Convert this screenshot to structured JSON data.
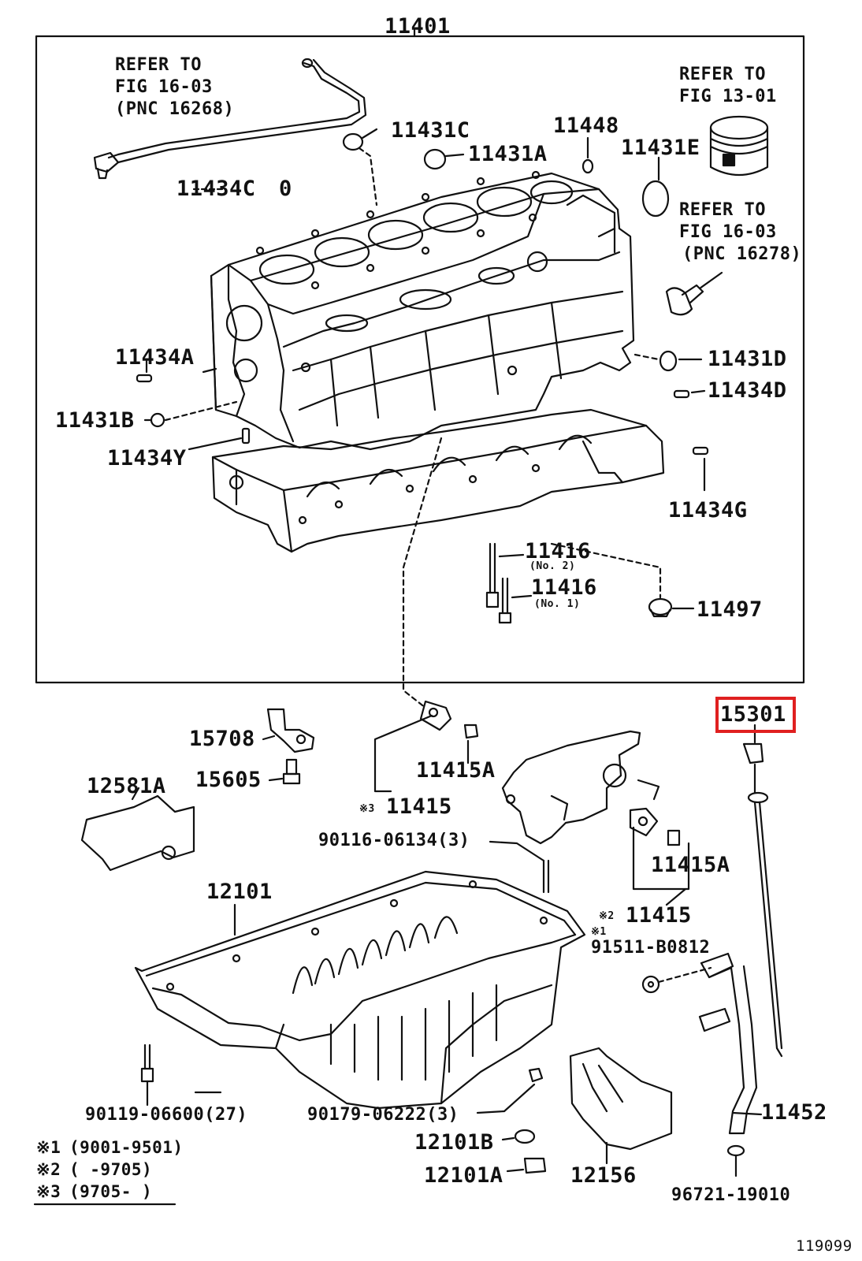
{
  "figure_id": "119099",
  "highlight_color": "#e02020",
  "main_group": "11401",
  "labels": {
    "ref_16_03_a": [
      "REFER TO",
      "FIG 16-03",
      "(PNC 16268)"
    ],
    "ref_13_01": [
      "REFER TO",
      "FIG 13-01"
    ],
    "ref_16_03_b": [
      "REFER TO",
      "FIG 16-03",
      "(PNC 16278)"
    ],
    "p11431C": "11431C",
    "p11431A": "11431A",
    "p11448": "11448",
    "p11431E": "11431E",
    "p11434C": "11434C",
    "p11434C_qty": "0",
    "p11434A": "11434A",
    "p11431B": "11431B",
    "p11434Y": "11434Y",
    "p11431D": "11431D",
    "p11434D": "11434D",
    "p11434G": "11434G",
    "p11416_no2": "11416",
    "p11416_no2_sub": "(No. 2)",
    "p11416_no1": "11416",
    "p11416_no1_sub": "(No. 1)",
    "p11497": "11497",
    "p15301": "15301",
    "p15708": "15708",
    "p15605": "15605",
    "p11415A_left": "11415A",
    "p11415_left_mark": "※3",
    "p11415_left": "11415",
    "p12581A": "12581A",
    "p90116": "90116-06134(3)",
    "p11415A_right": "11415A",
    "p11415_right_mark": "※2",
    "p11415_right": "11415",
    "p91511_mark": "※1",
    "p91511": "91511-B0812",
    "p12101": "12101",
    "p90119": "90119-06600(27)",
    "p90179": "90179-06222(3)",
    "p12101B": "12101B",
    "p12101A": "12101A",
    "p12156": "12156",
    "p11452": "11452",
    "p96721": "96721-19010"
  },
  "notes": [
    {
      "mark": "※1",
      "text": "(9001-9501)"
    },
    {
      "mark": "※2",
      "text": "(      -9705)"
    },
    {
      "mark": "※3",
      "text": "(9705-      )"
    }
  ]
}
